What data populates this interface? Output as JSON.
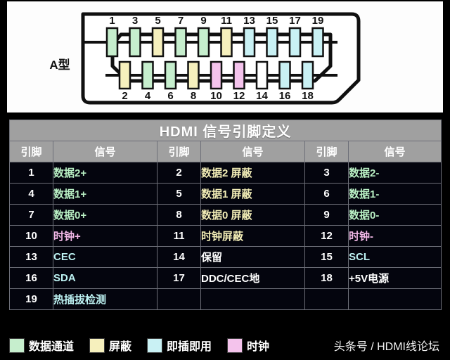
{
  "connector": {
    "type_label": "A型",
    "top_pins": [
      {
        "number": "1",
        "color": "#c6eecd"
      },
      {
        "number": "3",
        "color": "#c6eecd"
      },
      {
        "number": "5",
        "color": "#f6f0bd"
      },
      {
        "number": "7",
        "color": "#c6eecd"
      },
      {
        "number": "9",
        "color": "#c6eecd"
      },
      {
        "number": "11",
        "color": "#f6f0bd"
      },
      {
        "number": "13",
        "color": "#c9f1f4"
      },
      {
        "number": "15",
        "color": "#c9f1f4"
      },
      {
        "number": "17",
        "color": "#c9f1f4"
      },
      {
        "number": "19",
        "color": "#c9f1f4"
      }
    ],
    "bottom_pins": [
      {
        "number": "2",
        "color": "#f6f0bd"
      },
      {
        "number": "4",
        "color": "#c6eecd"
      },
      {
        "number": "6",
        "color": "#c6eecd"
      },
      {
        "number": "8",
        "color": "#f6f0bd"
      },
      {
        "number": "10",
        "color": "#f4c3ec"
      },
      {
        "number": "12",
        "color": "#f4c3ec"
      },
      {
        "number": "14",
        "color": "#ffffff"
      },
      {
        "number": "16",
        "color": "#c9f1f4"
      },
      {
        "number": "18",
        "color": "#c9f1f4"
      }
    ]
  },
  "table": {
    "title": "HDMI  信号引脚定义",
    "headers": [
      "引脚",
      "信号",
      "引脚",
      "信号",
      "引脚",
      "信号"
    ],
    "rows": [
      [
        {
          "pin": "1",
          "signal": "数据2+",
          "color_class": "c-data"
        },
        {
          "pin": "2",
          "signal": "数据2 屏蔽",
          "color_class": "c-shield"
        },
        {
          "pin": "3",
          "signal": "数据2-",
          "color_class": "c-data"
        }
      ],
      [
        {
          "pin": "4",
          "signal": "数据1+",
          "color_class": "c-data"
        },
        {
          "pin": "5",
          "signal": "数据1 屏蔽",
          "color_class": "c-shield"
        },
        {
          "pin": "6",
          "signal": "数据1-",
          "color_class": "c-data"
        }
      ],
      [
        {
          "pin": "7",
          "signal": "数据0+",
          "color_class": "c-data"
        },
        {
          "pin": "8",
          "signal": "数据0 屏蔽",
          "color_class": "c-shield"
        },
        {
          "pin": "9",
          "signal": "数据0-",
          "color_class": "c-data"
        }
      ],
      [
        {
          "pin": "10",
          "signal": "时钟+",
          "color_class": "c-clock"
        },
        {
          "pin": "11",
          "signal": "时钟屏蔽",
          "color_class": "c-shield"
        },
        {
          "pin": "12",
          "signal": "时钟-",
          "color_class": "c-clock"
        }
      ],
      [
        {
          "pin": "13",
          "signal": "CEC",
          "color_class": "c-pnp"
        },
        {
          "pin": "14",
          "signal": "保留",
          "color_class": "c-plain"
        },
        {
          "pin": "15",
          "signal": "SCL",
          "color_class": "c-pnp"
        }
      ],
      [
        {
          "pin": "16",
          "signal": "SDA",
          "color_class": "c-pnp"
        },
        {
          "pin": "17",
          "signal": "DDC/CEC地",
          "color_class": "c-plain"
        },
        {
          "pin": "18",
          "signal": "+5V电源",
          "color_class": "c-plain"
        }
      ],
      [
        {
          "pin": "19",
          "signal": "热插拔检测",
          "color_class": "c-pnp"
        },
        {
          "pin": "",
          "signal": "",
          "color_class": "c-plain"
        },
        {
          "pin": "",
          "signal": "",
          "color_class": "c-plain"
        }
      ]
    ]
  },
  "legend": {
    "items": [
      {
        "label": "数据通道",
        "color": "#c6eecd"
      },
      {
        "label": "屏蔽",
        "color": "#f6f0bd"
      },
      {
        "label": "即插即用",
        "color": "#c9f1f4"
      },
      {
        "label": "时钟",
        "color": "#f4c3ec"
      }
    ],
    "credit": "头条号 / HDMI线论坛"
  }
}
